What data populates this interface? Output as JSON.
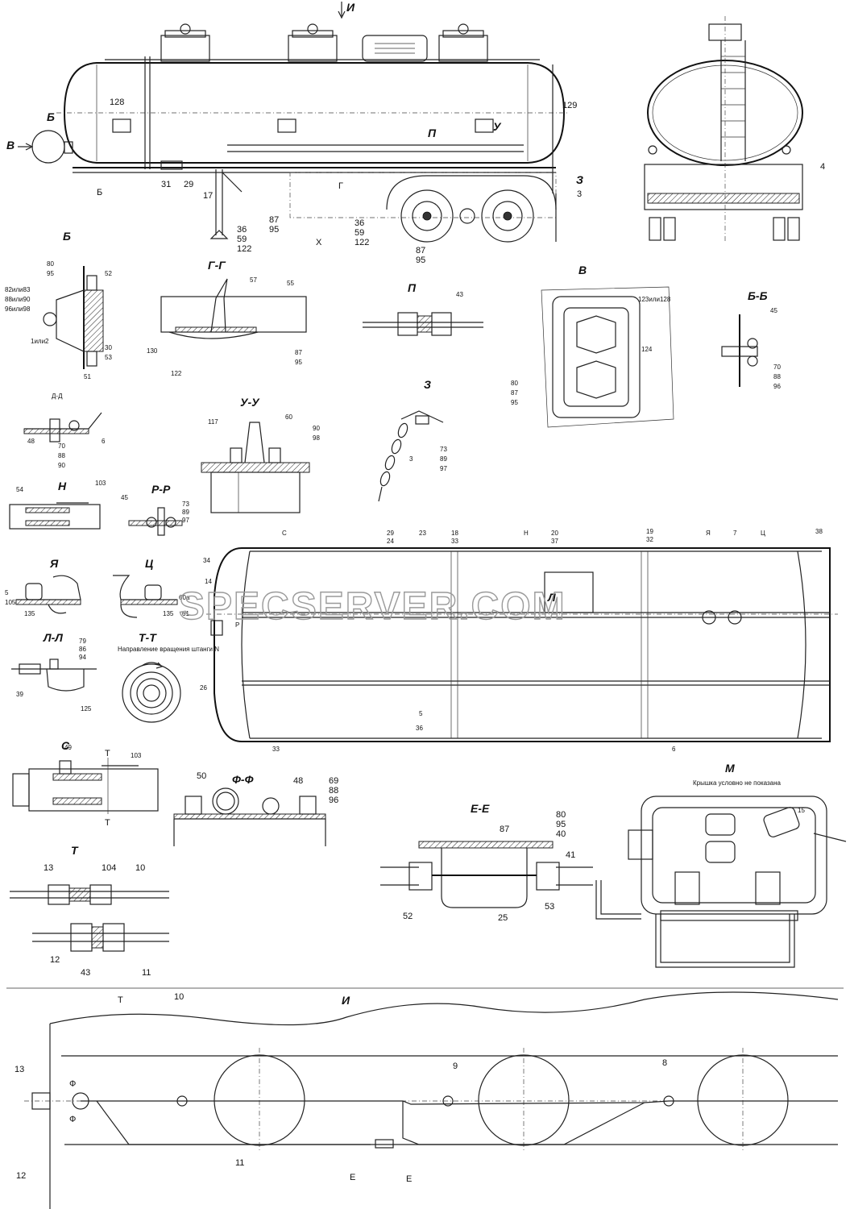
{
  "watermark": "SPECSERVER.COM",
  "views": {
    "main": {
      "title_top": "И",
      "view_b": "Б",
      "arrow_b": "В",
      "view_p": "П",
      "view_u": "У",
      "view_z": "З",
      "section_b": "Б",
      "section_g": "Г",
      "view_x": "Х"
    },
    "B": {
      "title": "Б"
    },
    "GG": {
      "title": "Г-Г"
    },
    "P": {
      "title": "П"
    },
    "V": {
      "title": "В"
    },
    "BB": {
      "title": "Б-Б"
    },
    "DD": {
      "title": "Д-Д"
    },
    "UU": {
      "title": "У-У"
    },
    "Z": {
      "title": "З"
    },
    "N": {
      "title": "Н"
    },
    "RR": {
      "title": "Р-Р"
    },
    "YA": {
      "title": "Я"
    },
    "TS": {
      "title": "Ц"
    },
    "LL": {
      "title": "Л-Л"
    },
    "TT": {
      "title": "Т-Т",
      "note": "Направление вращения штанги N"
    },
    "S": {
      "title": "С"
    },
    "FF": {
      "title": "Ф-Ф"
    },
    "T": {
      "title": "Т"
    },
    "EE": {
      "title": "Е-Е"
    },
    "M": {
      "title": "М",
      "note": "Крышка условно не показана"
    },
    "I": {
      "title": "И"
    },
    "plan": {
      "c": "С",
      "n": "Н",
      "ya": "Я",
      "ts": "Ц",
      "l": "Л",
      "r": "Р"
    }
  },
  "labels": {
    "main": [
      "128",
      "129",
      "31",
      "29",
      "17",
      "36",
      "59",
      "122",
      "87",
      "95",
      "36",
      "59",
      "122",
      "87",
      "95",
      "4",
      "3"
    ],
    "B": [
      "80",
      "95",
      "82или83",
      "88или90",
      "96или98",
      "52",
      "1или2",
      "30",
      "53",
      "51"
    ],
    "GG": [
      "57",
      "55",
      "130",
      "122",
      "87",
      "95"
    ],
    "P": [
      "43"
    ],
    "V": [
      "123или128",
      "124",
      "80",
      "87",
      "95"
    ],
    "BB": [
      "45",
      "70",
      "88",
      "96"
    ],
    "DD": [
      "48",
      "70",
      "88",
      "90",
      "6"
    ],
    "UU": [
      "117",
      "60",
      "90",
      "98"
    ],
    "Z": [
      "3",
      "73",
      "89",
      "97"
    ],
    "N": [
      "54",
      "103"
    ],
    "RR": [
      "45",
      "73",
      "89",
      "97"
    ],
    "YA": [
      "5",
      "105",
      "135"
    ],
    "TS": [
      "135",
      "61",
      "60а"
    ],
    "LL": [
      "79",
      "86",
      "94",
      "39",
      "125"
    ],
    "plan": [
      "34",
      "14",
      "29",
      "24",
      "23",
      "18",
      "33",
      "20",
      "37",
      "19",
      "32",
      "38",
      "7",
      "26",
      "5",
      "36",
      "33",
      "6"
    ],
    "S": [
      "49",
      "103",
      "Т",
      "Т"
    ],
    "FF": [
      "50",
      "48",
      "69",
      "88",
      "96"
    ],
    "T": [
      "13",
      "104",
      "10",
      "12",
      "43",
      "11"
    ],
    "EE": [
      "80",
      "87",
      "95",
      "40",
      "41",
      "52",
      "25",
      "53"
    ],
    "M": [
      "15"
    ],
    "I": [
      "Т",
      "10",
      "13",
      "Ф",
      "Ф",
      "9",
      "8",
      "12",
      "11",
      "Е",
      "Е"
    ]
  }
}
